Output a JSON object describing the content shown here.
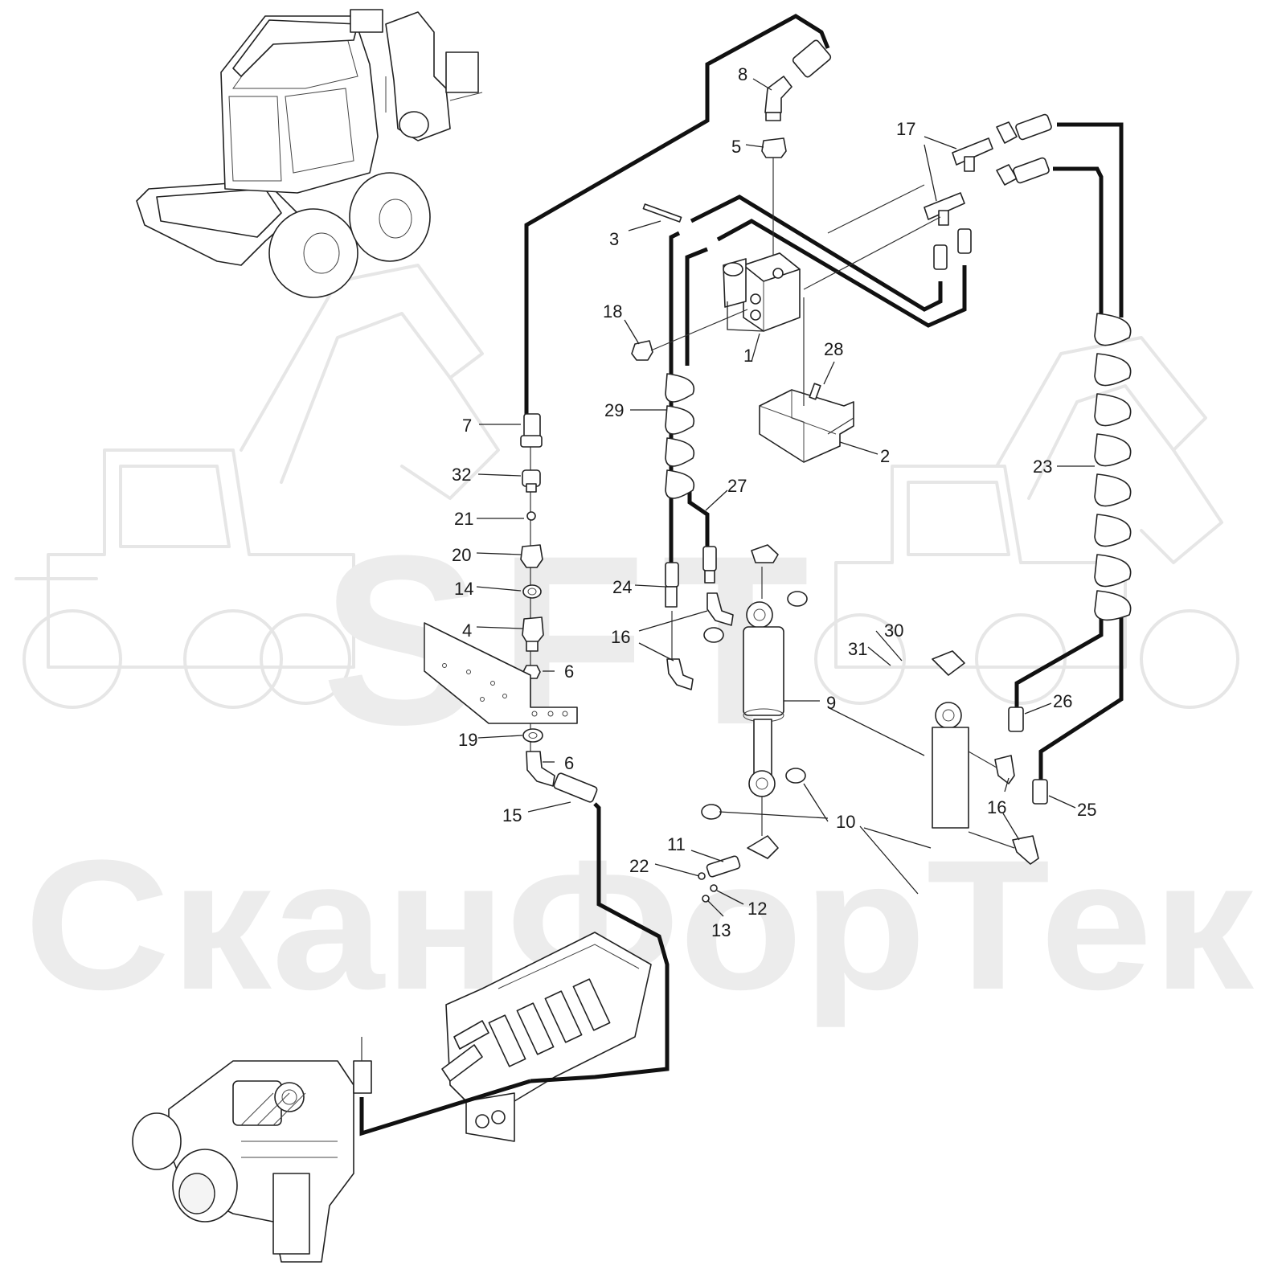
{
  "watermark": {
    "logo_text": "SFT",
    "company_text": "СканФорТек"
  },
  "callouts": [
    {
      "id": "c1",
      "label": "1"
    },
    {
      "id": "c2",
      "label": "2"
    },
    {
      "id": "c3",
      "label": "3"
    },
    {
      "id": "c4",
      "label": "4"
    },
    {
      "id": "c5",
      "label": "5"
    },
    {
      "id": "c6a",
      "label": "6"
    },
    {
      "id": "c6b",
      "label": "6"
    },
    {
      "id": "c7",
      "label": "7"
    },
    {
      "id": "c8",
      "label": "8"
    },
    {
      "id": "c9",
      "label": "9"
    },
    {
      "id": "c10",
      "label": "10"
    },
    {
      "id": "c11",
      "label": "11"
    },
    {
      "id": "c12",
      "label": "12"
    },
    {
      "id": "c13",
      "label": "13"
    },
    {
      "id": "c14",
      "label": "14"
    },
    {
      "id": "c15",
      "label": "15"
    },
    {
      "id": "c16a",
      "label": "16"
    },
    {
      "id": "c16b",
      "label": "16"
    },
    {
      "id": "c17",
      "label": "17"
    },
    {
      "id": "c18",
      "label": "18"
    },
    {
      "id": "c19",
      "label": "19"
    },
    {
      "id": "c20",
      "label": "20"
    },
    {
      "id": "c21",
      "label": "21"
    },
    {
      "id": "c22",
      "label": "22"
    },
    {
      "id": "c23",
      "label": "23"
    },
    {
      "id": "c24",
      "label": "24"
    },
    {
      "id": "c25",
      "label": "25"
    },
    {
      "id": "c26",
      "label": "26"
    },
    {
      "id": "c27",
      "label": "27"
    },
    {
      "id": "c28",
      "label": "28"
    },
    {
      "id": "c29",
      "label": "29"
    },
    {
      "id": "c30",
      "label": "30"
    },
    {
      "id": "c31",
      "label": "31"
    },
    {
      "id": "c32",
      "label": "32"
    }
  ]
}
